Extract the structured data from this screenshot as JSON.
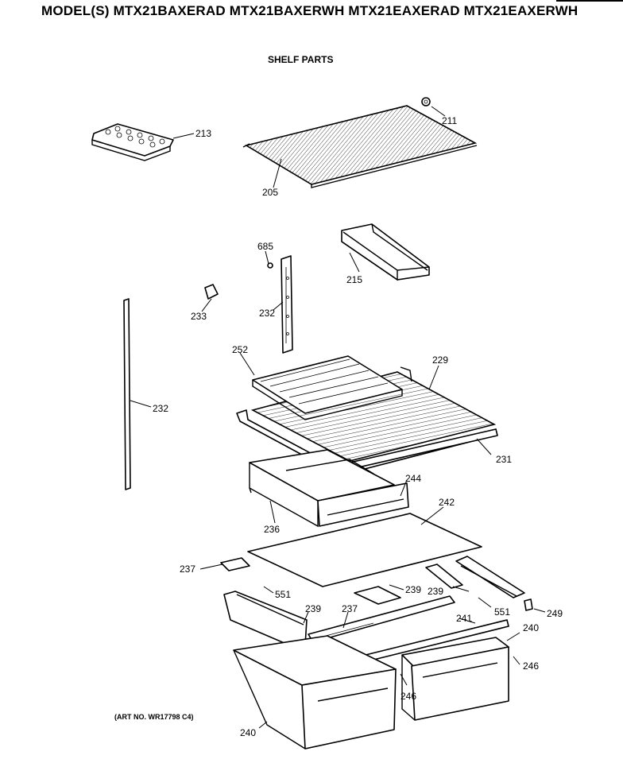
{
  "header": {
    "title": "MODEL(S) MTX21BAXERAD  MTX21BAXERWH  MTX21EAXERAD  MTX21EAXERWH",
    "subtitle": "SHELF PARTS"
  },
  "footer": {
    "art_number": "(ART NO. WR17798 C4)"
  },
  "callouts": [
    {
      "id": "c211",
      "label": "211"
    },
    {
      "id": "c213",
      "label": "213"
    },
    {
      "id": "c205",
      "label": "205"
    },
    {
      "id": "c685",
      "label": "685"
    },
    {
      "id": "c215",
      "label": "215"
    },
    {
      "id": "c233",
      "label": "233"
    },
    {
      "id": "c232a",
      "label": "232"
    },
    {
      "id": "c232b",
      "label": "232"
    },
    {
      "id": "c252",
      "label": "252"
    },
    {
      "id": "c229",
      "label": "229"
    },
    {
      "id": "c231",
      "label": "231"
    },
    {
      "id": "c244",
      "label": "244"
    },
    {
      "id": "c242",
      "label": "242"
    },
    {
      "id": "c236",
      "label": "236"
    },
    {
      "id": "c237a",
      "label": "237"
    },
    {
      "id": "c551a",
      "label": "551"
    },
    {
      "id": "c239a",
      "label": "239"
    },
    {
      "id": "c239b",
      "label": "239"
    },
    {
      "id": "c239c",
      "label": "239"
    },
    {
      "id": "c237b",
      "label": "237"
    },
    {
      "id": "c241",
      "label": "241"
    },
    {
      "id": "c551b",
      "label": "551"
    },
    {
      "id": "c249",
      "label": "249"
    },
    {
      "id": "c240a",
      "label": "240"
    },
    {
      "id": "c246a",
      "label": "246"
    },
    {
      "id": "c246b",
      "label": "246"
    },
    {
      "id": "c240b",
      "label": "240"
    }
  ]
}
